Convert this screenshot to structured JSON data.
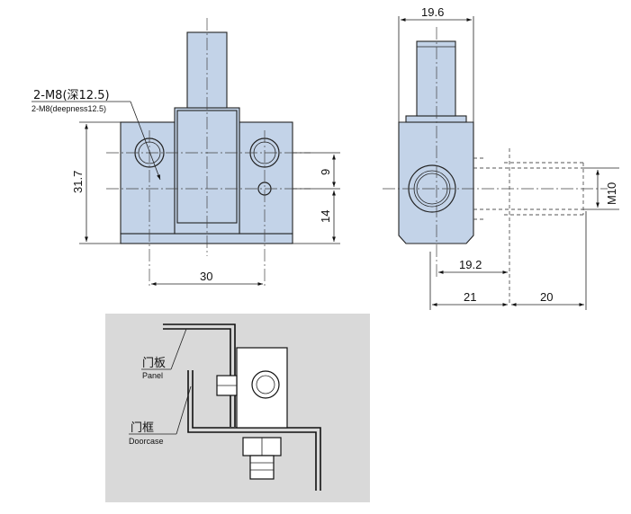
{
  "front_view": {
    "callout_cn": "2-M8(深12.5)",
    "callout_en": "2-M8(deepness12.5)",
    "dim_height": "31.7",
    "dim_width": "30",
    "dim_upper": "9",
    "dim_lower": "14"
  },
  "side_view": {
    "dim_top_width": "19.6",
    "dim_19_2": "19.2",
    "dim_21": "21",
    "dim_20": "20",
    "thread_label": "M10"
  },
  "install_view": {
    "panel_cn": "门板",
    "panel_en": "Panel",
    "doorcase_cn": "门框",
    "doorcase_en": "Doorcase"
  },
  "colors": {
    "part_fill": "#c3d3e8",
    "install_background": "#d9d9d9"
  }
}
